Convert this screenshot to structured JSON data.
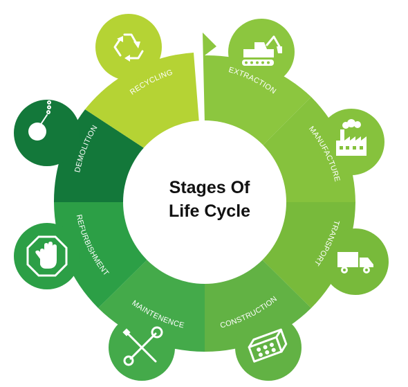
{
  "title_lines": [
    "Stages Of",
    "Life Cycle"
  ],
  "stages": [
    {
      "label": "EXTRACTION",
      "icon": "excavator-icon",
      "color": "#8cc63f"
    },
    {
      "label": "MANUFACTURE",
      "icon": "factory-icon",
      "color": "#86c23d"
    },
    {
      "label": "TRANSPORT",
      "icon": "truck-icon",
      "color": "#78ba3b"
    },
    {
      "label": "CONSTRUCTION",
      "icon": "brick-icon",
      "color": "#62b244"
    },
    {
      "label": "MAINTENENCE",
      "icon": "tools-icon",
      "color": "#44aa4a"
    },
    {
      "label": "REFURBISHMENT",
      "icon": "hand-stop-icon",
      "color": "#2c9f46"
    },
    {
      "label": "DEMOLITION",
      "icon": "wrecking-ball-icon",
      "color": "#13783a"
    },
    {
      "label": "RECYCLING",
      "icon": "recycle-icon",
      "color": "#b5d334"
    }
  ]
}
